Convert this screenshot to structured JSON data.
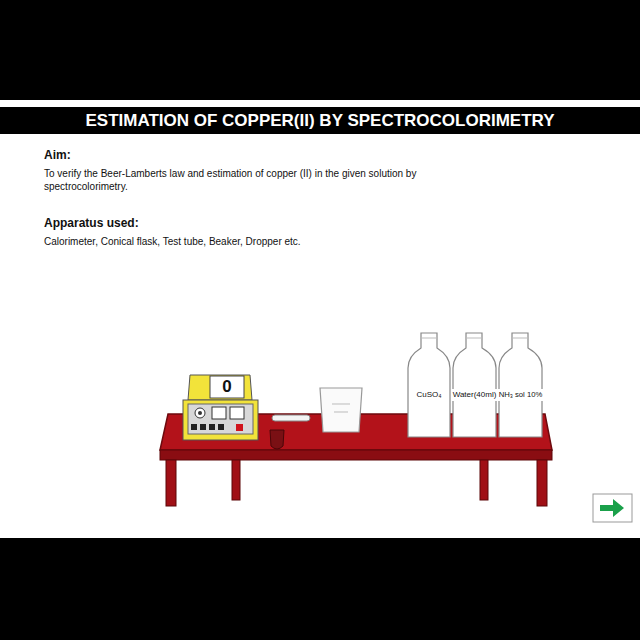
{
  "diagram": {
    "title": "ESTIMATION OF COPPER(II) BY SPECTROCOLORIMETRY",
    "nodes": [
      {
        "text": [
          "0"
        ]
      },
      {
        "text": [
          "CuSO₄"
        ]
      },
      {
        "text": [
          "Water(40ml)"
        ]
      },
      {
        "text": [
          "NH₃ sol 10%"
        ]
      }
    ],
    "labels": [
      "Aim:",
      "To verify the Beer-Lamberts law and estimation of copper (II) in the given solution by spectrocolorimetry.",
      "Apparatus used:",
      "Calorimeter, Conical flask, Test tube, Beaker, Dropper etc."
    ]
  }
}
